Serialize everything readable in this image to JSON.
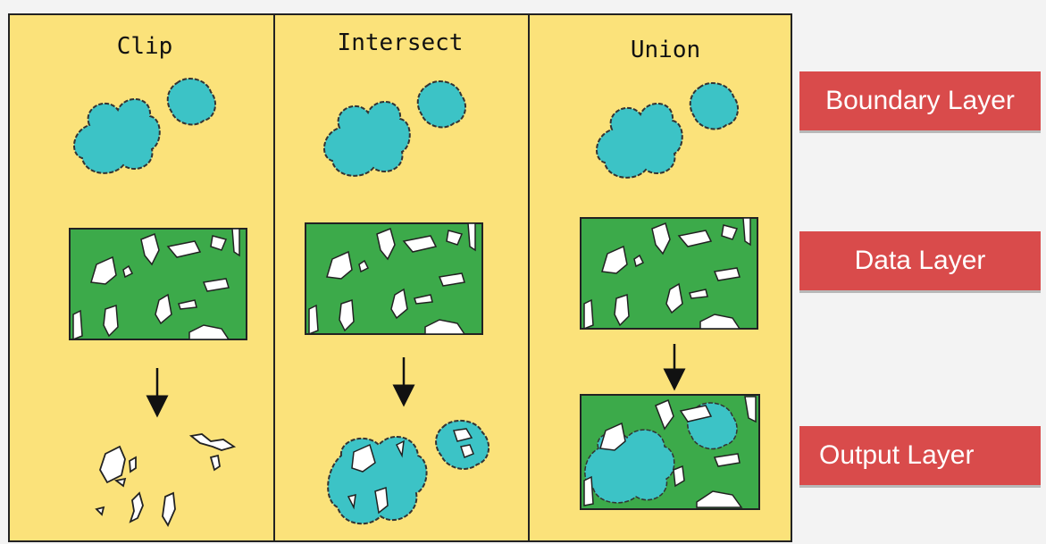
{
  "panels": [
    {
      "title": "Clip"
    },
    {
      "title": "Intersect"
    },
    {
      "title": "Union"
    }
  ],
  "legend": {
    "boundary": "Boundary Layer",
    "data": "Data Layer",
    "output": "Output Layer"
  },
  "colors": {
    "panel_bg": "#fbe27a",
    "polygon": "#3cc3c6",
    "data_green": "#3caa4a",
    "legend_red": "#d94b4b",
    "legend_text": "#ffffff"
  }
}
